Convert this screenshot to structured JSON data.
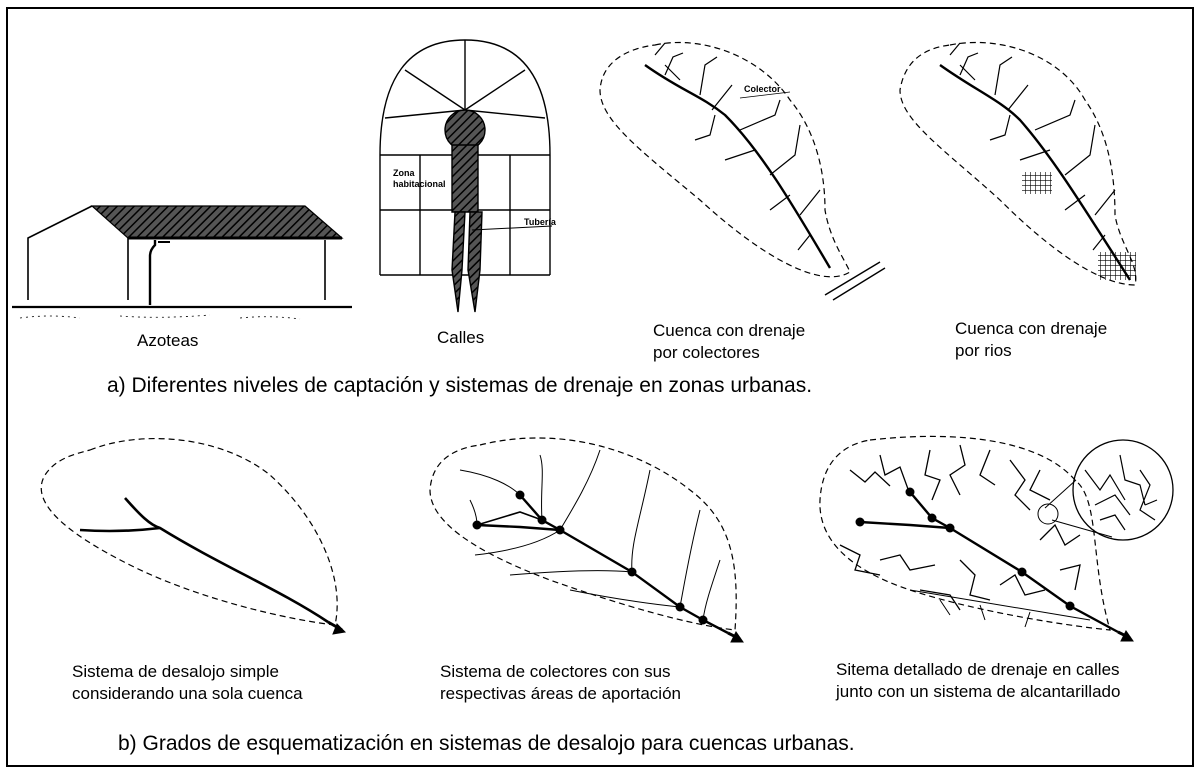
{
  "row_a": {
    "labels": {
      "azoteas": "Azoteas",
      "calles": "Calles",
      "cuenca_colectores": [
        "Cuenca con drenaje",
        "por colectores"
      ],
      "cuenca_rios": [
        "Cuenca con drenaje",
        "por rios"
      ]
    },
    "annotations": {
      "zona": [
        "Zona",
        "habitacional"
      ],
      "tuberia": "Tubería",
      "colector": "Colector"
    },
    "caption": "a) Diferentes niveles de captación y sistemas de drenaje en zonas urbanas."
  },
  "row_b": {
    "labels": {
      "simple": [
        "Sistema de desalojo simple",
        "considerando una sola cuenca"
      ],
      "colectores": [
        "Sistema de colectores con sus",
        "respectivas áreas de aportación"
      ],
      "detallado": [
        "Sitema detallado de drenaje en calles",
        "junto con un sistema de alcantarillado"
      ]
    },
    "caption": "b) Grados de esquematización en sistemas de desalojo para cuencas urbanas."
  }
}
